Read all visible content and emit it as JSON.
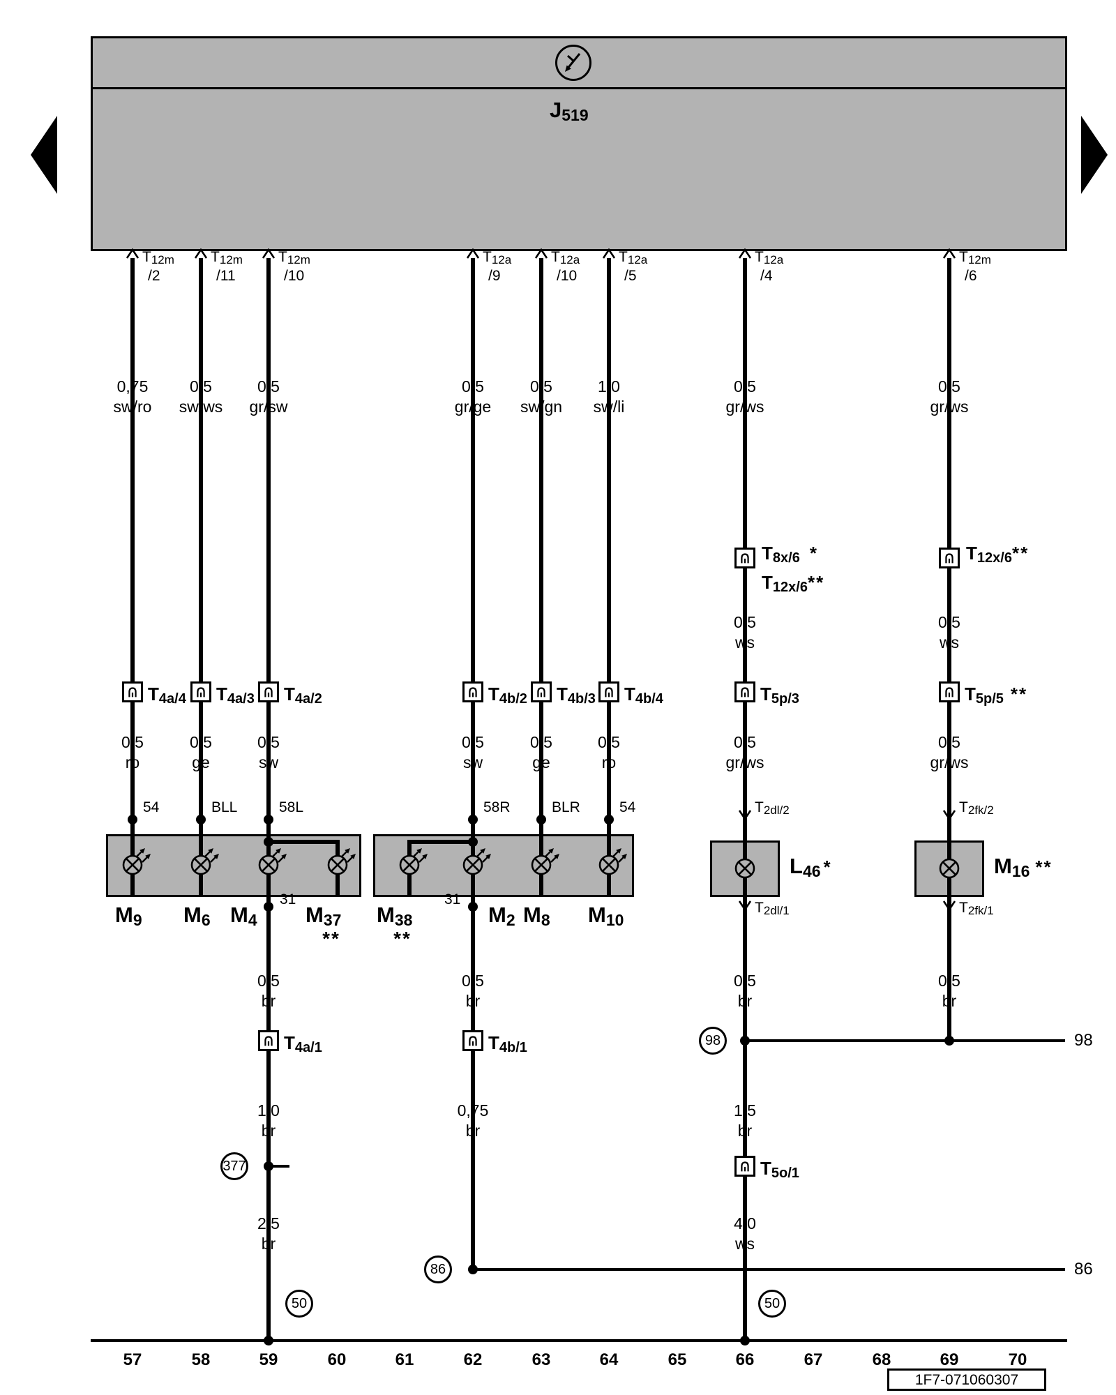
{
  "unit": {
    "b": "J",
    "s": "519"
  },
  "cols": [
    {
      "top_b": "T",
      "top_s": "12m",
      "top_pin": "/2",
      "g1": "0,75",
      "c1": "sw/ro",
      "conn_b": "T",
      "conn_s": "4a/4",
      "g2": "0,5",
      "c2": "ro",
      "term": "54"
    },
    {
      "top_b": "T",
      "top_s": "12m",
      "top_pin": "/11",
      "g1": "0,5",
      "c1": "sw/ws",
      "conn_b": "T",
      "conn_s": "4a/3",
      "g2": "0,5",
      "c2": "ge",
      "term": "BLL"
    },
    {
      "top_b": "T",
      "top_s": "12m",
      "top_pin": "/10",
      "g1": "0,5",
      "c1": "gr/sw",
      "conn_b": "T",
      "conn_s": "4a/2",
      "g2": "0,5",
      "c2": "sw",
      "term": "58L"
    },
    {
      "top_b": "T",
      "top_s": "12a",
      "top_pin": "/9",
      "g1": "0,5",
      "c1": "gr/ge",
      "conn_b": "T",
      "conn_s": "4b/2",
      "g2": "0,5",
      "c2": "sw",
      "term": "58R"
    },
    {
      "top_b": "T",
      "top_s": "12a",
      "top_pin": "/10",
      "g1": "0,5",
      "c1": "sw/gn",
      "conn_b": "T",
      "conn_s": "4b/3",
      "g2": "0,5",
      "c2": "ge",
      "term": "BLR"
    },
    {
      "top_b": "T",
      "top_s": "12a",
      "top_pin": "/5",
      "g1": "1,0",
      "c1": "sw/li",
      "conn_b": "T",
      "conn_s": "4b/4",
      "g2": "0,5",
      "c2": "ro",
      "term": "54"
    },
    {
      "top_b": "T",
      "top_s": "12a",
      "top_pin": "/4",
      "g1": "0,5",
      "c1": "gr/ws",
      "conn_b": "T",
      "conn_s": "5p/3",
      "g2": "0,5",
      "c2": "gr/ws"
    },
    {
      "top_b": "T",
      "top_s": "12m",
      "top_pin": "/6",
      "g1": "0,5",
      "c1": "gr/ws",
      "conn_b": "T",
      "conn_s": "5p/5",
      "conn_star": "**",
      "g2": "0,5",
      "c2": "gr/ws"
    }
  ],
  "mid": {
    "c7_l1": {
      "b": "T",
      "s": "8x/6",
      "star": "*"
    },
    "c7_l2": {
      "b": "T",
      "s": "12x/6",
      "star": "**"
    },
    "c8_l1": {
      "b": "T",
      "s": "12x/6",
      "star": "**"
    },
    "c7_g": {
      "g": "0,5",
      "c": "ws"
    },
    "c8_g": {
      "g": "0,5",
      "c": "ws"
    }
  },
  "boxes": {
    "left_lamps": {
      "m9": {
        "b": "M",
        "s": "9"
      },
      "m6": {
        "b": "M",
        "s": "6"
      },
      "m4": {
        "b": "M",
        "s": "4"
      },
      "m37": {
        "b": "M",
        "s": "37",
        "star": "**"
      },
      "gnd": "31"
    },
    "right_lamps": {
      "m38": {
        "b": "M",
        "s": "38",
        "star": "**"
      },
      "m2": {
        "b": "M",
        "s": "2"
      },
      "m8": {
        "b": "M",
        "s": "8"
      },
      "m10": {
        "b": "M",
        "s": "10"
      },
      "gnd": "31"
    },
    "l46": {
      "b": "L",
      "s": "46",
      "star": "*",
      "t_top": {
        "b": "T",
        "s": "2dl/2"
      },
      "t_bot": {
        "b": "T",
        "s": "2dl/1"
      }
    },
    "m16": {
      "b": "M",
      "s": "16",
      "star": "**",
      "t_top": {
        "b": "T",
        "s": "2fk/2"
      },
      "t_bot": {
        "b": "T",
        "s": "2fk/1"
      }
    }
  },
  "lower": {
    "c3_g1": {
      "g": "0,5",
      "c": "br"
    },
    "c3_conn": {
      "b": "T",
      "s": "4a/1"
    },
    "c3_g2": {
      "g": "1,0",
      "c": "br"
    },
    "c3_g3": {
      "g": "2,5",
      "c": "br"
    },
    "c4_g1": {
      "g": "0,5",
      "c": "br"
    },
    "c4_conn": {
      "b": "T",
      "s": "4b/1"
    },
    "c4_g2": {
      "g": "0,75",
      "c": "br"
    },
    "c7_g1": {
      "g": "0,5",
      "c": "br"
    },
    "c7_g2": {
      "g": "1,5",
      "c": "br"
    },
    "c7_conn": {
      "b": "T",
      "s": "5o/1"
    },
    "c7_g3": {
      "g": "4,0",
      "c": "ws"
    },
    "c8_g1": {
      "g": "0,5",
      "c": "br"
    }
  },
  "refs": {
    "r377": "377",
    "r98": "98",
    "r98_edge": "98",
    "r86": "86",
    "r86_edge": "86",
    "r50_left": "50",
    "r50_right": "50"
  },
  "grid": [
    "57",
    "58",
    "59",
    "60",
    "61",
    "62",
    "63",
    "64",
    "65",
    "66",
    "67",
    "68",
    "69",
    "70"
  ],
  "part_number": "1F7-071060307"
}
